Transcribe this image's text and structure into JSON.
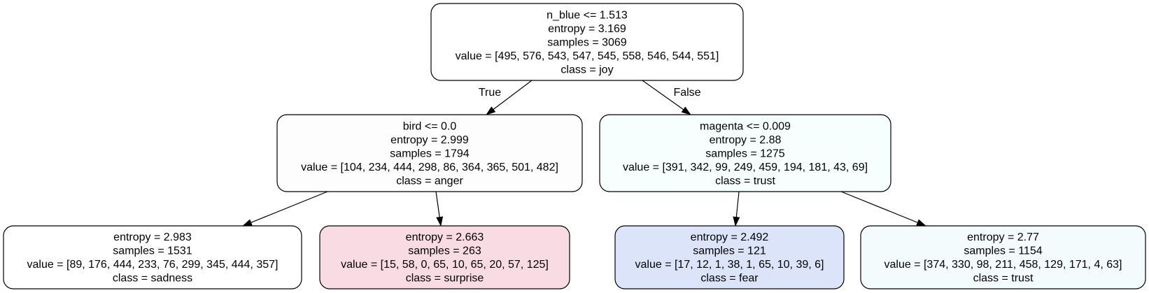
{
  "tree": {
    "nodes": [
      {
        "id": "root",
        "fill": "#ffffff",
        "lines": [
          "n_blue <= 1.513",
          "entropy = 3.169",
          "samples = 3069",
          "value = [495, 576, 543, 547, 545, 558, 546, 544, 551]",
          "class = joy"
        ]
      },
      {
        "id": "left",
        "fill": "#fdfdfd",
        "lines": [
          "bird <= 0.0",
          "entropy = 2.999",
          "samples = 1794",
          "value = [104, 234, 444, 298, 86, 364, 365, 501, 482]",
          "class = anger"
        ]
      },
      {
        "id": "right",
        "fill": "#f6fefe",
        "lines": [
          "magenta <= 0.009",
          "entropy = 2.88",
          "samples = 1275",
          "value = [391, 342, 99, 249, 459, 194, 181, 43, 69]",
          "class = trust"
        ]
      },
      {
        "id": "leaf-1",
        "fill": "#ffffff",
        "lines": [
          "entropy = 2.983",
          "samples = 1531",
          "value = [89, 176, 444, 233, 76, 299, 345, 444, 357]",
          "class = sadness"
        ]
      },
      {
        "id": "leaf-2",
        "fill": "#f9dbe3",
        "lines": [
          "entropy = 2.663",
          "samples = 263",
          "value = [15, 58, 0, 65, 10, 65, 20, 57, 125]",
          "class = surprise"
        ]
      },
      {
        "id": "leaf-3",
        "fill": "#dce4f9",
        "lines": [
          "entropy = 2.492",
          "samples = 121",
          "value = [17, 12, 1, 38, 1, 65, 10, 39, 6]",
          "class = fear"
        ]
      },
      {
        "id": "leaf-4",
        "fill": "#f3fbfc",
        "lines": [
          "entropy = 2.77",
          "samples = 1154",
          "value = [374, 330, 98, 211, 458, 129, 171, 4, 63]",
          "class = trust"
        ]
      }
    ],
    "edges": [
      {
        "from": "root",
        "to": "left",
        "label": "True"
      },
      {
        "from": "root",
        "to": "right",
        "label": "False"
      },
      {
        "from": "left",
        "to": "leaf-1",
        "label": ""
      },
      {
        "from": "left",
        "to": "leaf-2",
        "label": ""
      },
      {
        "from": "right",
        "to": "leaf-3",
        "label": ""
      },
      {
        "from": "right",
        "to": "leaf-4",
        "label": ""
      }
    ]
  }
}
